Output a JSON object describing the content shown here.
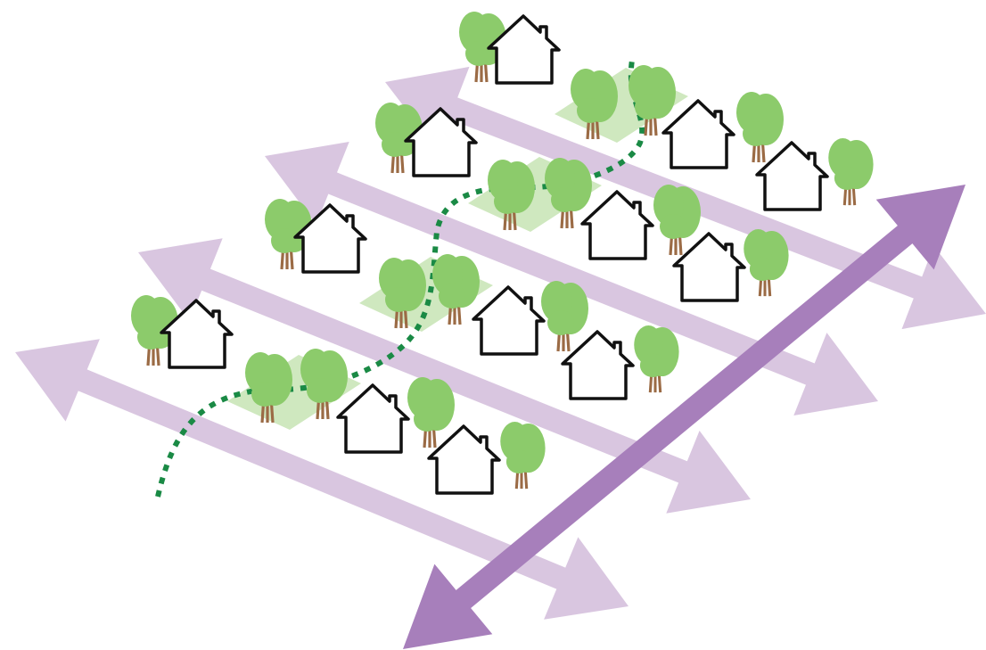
{
  "colors": {
    "street_arrow": "#d9c6e0",
    "main_road_arrow": "#a77fbb",
    "tree_canopy": "#8ccb6b",
    "tree_trunk": "#9b6b45",
    "green_patch": "#cfe8bf",
    "house_outline": "#111111",
    "house_fill": "#ffffff",
    "green_path": "#1a8a45"
  },
  "icons": [
    "house-icon",
    "tree-icon",
    "green-patch",
    "double-headed-arrow",
    "dotted-path"
  ]
}
